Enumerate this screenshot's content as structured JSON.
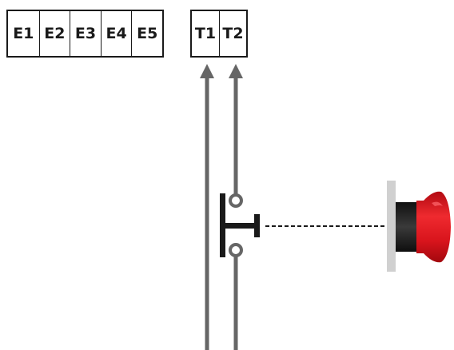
{
  "terminal_groups": {
    "inputs": [
      "E1",
      "E2",
      "E3",
      "E4",
      "E5"
    ],
    "outputs": [
      "T1",
      "T2"
    ]
  },
  "colors": {
    "line": "#666666",
    "switch": "#1a1a1a",
    "dashed_link": "#1a1a1a",
    "button_red": "#e0141e",
    "button_base": "#222222",
    "mount_plate": "#d0d0d0"
  }
}
